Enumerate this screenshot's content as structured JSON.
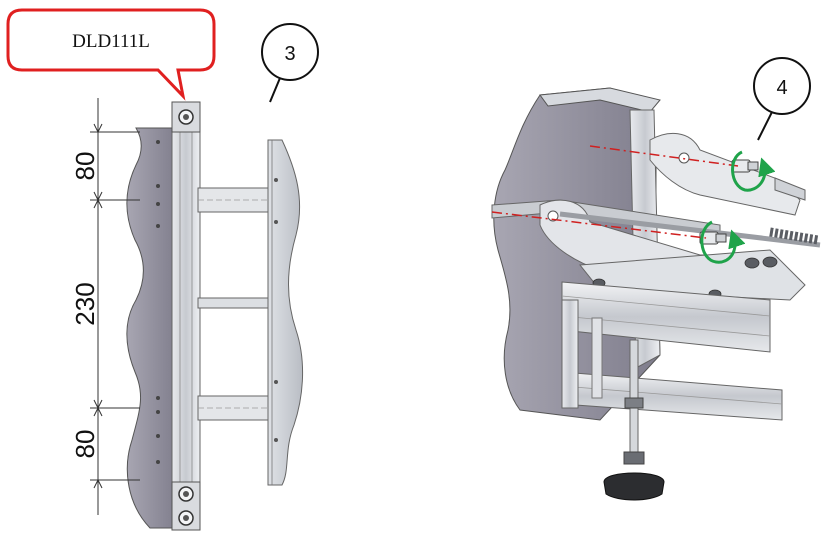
{
  "callout": {
    "label": "DLD111L",
    "border_color": "#e02020"
  },
  "steps": [
    {
      "number": "3"
    },
    {
      "number": "4"
    }
  ],
  "dimensions": [
    {
      "value": "80"
    },
    {
      "value": "230"
    },
    {
      "value": "80"
    }
  ],
  "colors": {
    "rotation_arrow": "#1fa34a",
    "axis_line": "#d02020",
    "panel_fill": "#8a8896",
    "frame_fill": "#c9ccd1"
  },
  "icons": [
    "rotate-clockwise-icon",
    "rotate-clockwise-icon"
  ]
}
